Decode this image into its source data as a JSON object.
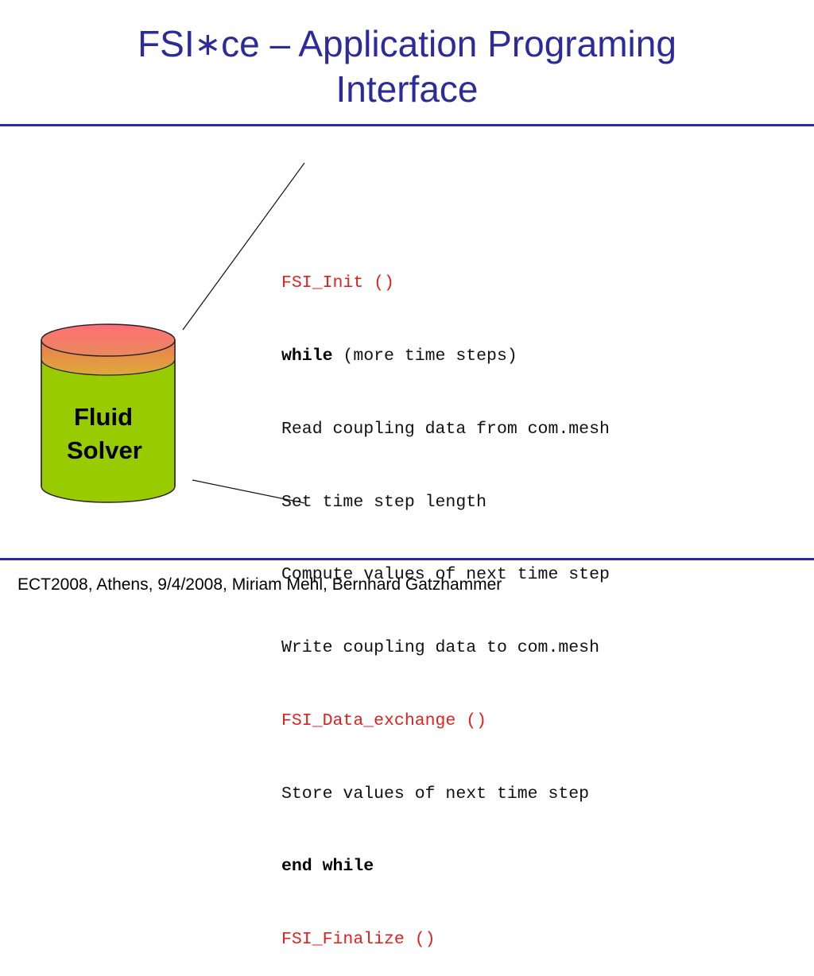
{
  "slide": {
    "title_prefix": "FSI",
    "title_star": "∗",
    "title_suffix": "ce – Application Programing",
    "title_line2": "Interface",
    "cylinder": {
      "label_line1": "Fluid",
      "label_line2": "Solver",
      "top_color": "#f46f6f",
      "band_color": "#e8a04a",
      "body_color": "#99cc00"
    },
    "code": {
      "l1": "FSI_Init ()",
      "l2_kw": "while",
      "l2_rest": " (more time steps)",
      "l3": "Read coupling data from com.mesh",
      "l4": "Set time step length",
      "l5": "Compute values of next time step",
      "l6": "Write coupling data to com.mesh",
      "l7": "FSI_Data_exchange ()",
      "l8": "Store values of next time step",
      "l9": "end while",
      "l10": "FSI_Finalize ()"
    },
    "footer": "ECT2008, Athens, 9/4/2008, Miriam Mehl, Bernhard Gatzhammer",
    "colors": {
      "accent": "#2b2b9a",
      "highlight": "#e0201c"
    }
  }
}
